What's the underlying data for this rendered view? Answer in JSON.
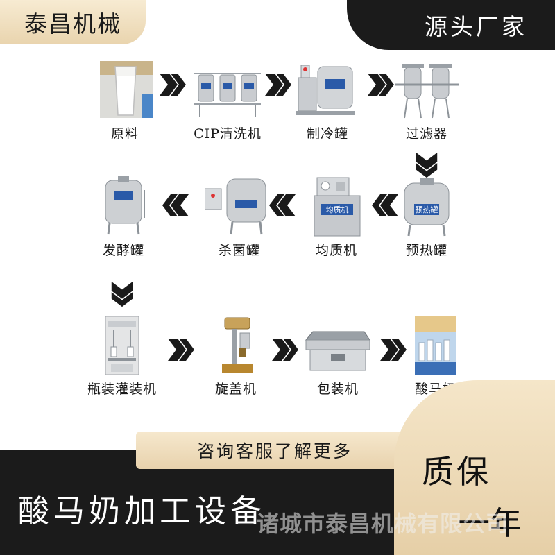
{
  "header": {
    "brand": "泰昌机械",
    "corner_text": "源头厂家"
  },
  "process_rows": [
    {
      "direction": "right",
      "steps": [
        {
          "label": "原料",
          "icon": "milk-glass-icon"
        },
        {
          "label": "CIP清洗机",
          "icon": "cip-tanks-icon"
        },
        {
          "label": "制冷罐",
          "icon": "cooling-tank-icon"
        },
        {
          "label": "过滤器",
          "icon": "filter-icon"
        }
      ]
    },
    {
      "direction": "left",
      "steps": [
        {
          "label": "发酵罐",
          "icon": "fermenter-icon"
        },
        {
          "label": "杀菌罐",
          "icon": "sterilizer-icon"
        },
        {
          "label": "均质机",
          "icon": "homogenizer-icon"
        },
        {
          "label": "预热罐",
          "icon": "preheat-tank-icon"
        }
      ]
    },
    {
      "direction": "right",
      "steps": [
        {
          "label": "瓶装灌装机",
          "icon": "filling-machine-icon"
        },
        {
          "label": "旋盖机",
          "icon": "capping-machine-icon"
        },
        {
          "label": "包装机",
          "icon": "packaging-machine-icon"
        },
        {
          "label": "酸马奶",
          "icon": "product-bottles-icon"
        }
      ]
    }
  ],
  "machine_plates": {
    "homogenizer": "均质机",
    "preheat": "预热罐"
  },
  "cta": {
    "label": "咨询客服了解更多"
  },
  "footer": {
    "title": "酸马奶加工设备",
    "guarantee_line1": "质保",
    "guarantee_line2": "一年",
    "watermark": "诸城市泰昌机械有限公司"
  },
  "colors": {
    "background": "#1b1b1b",
    "panel": "#ffffff",
    "gold": "#e9d4ae",
    "arrow": "#1a1a1a",
    "steel": "#c9ccd0"
  }
}
